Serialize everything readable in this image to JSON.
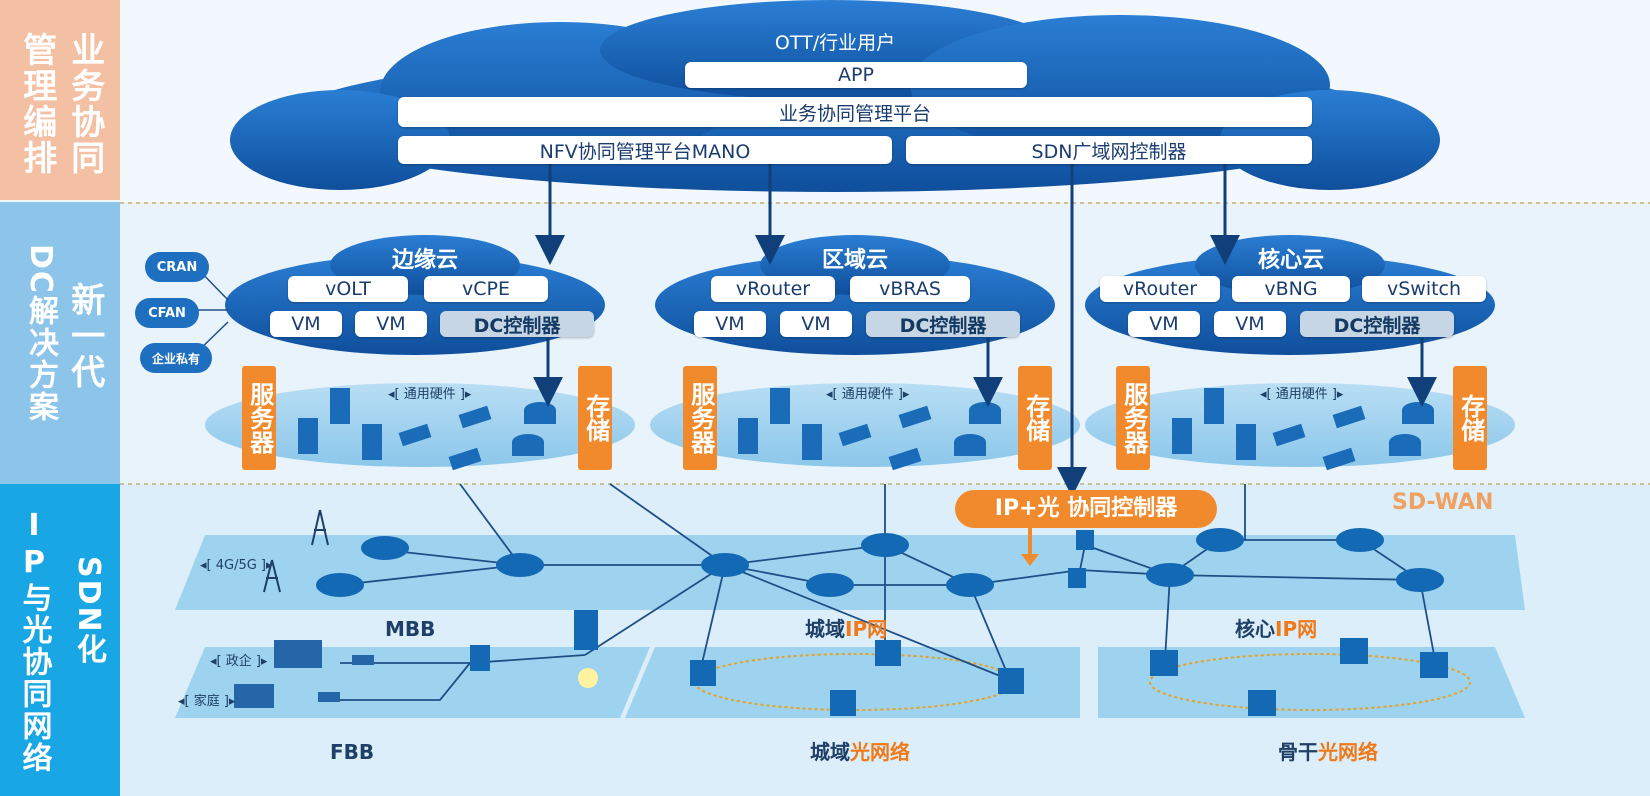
{
  "bands": {
    "top": {
      "label_a": "业务协同",
      "label_b": "管理编排"
    },
    "middle": {
      "label_a": "新一代",
      "label_b": "DC解决方案"
    },
    "bottom": {
      "label_a": "SDN化",
      "label_b": "IP与光协同网络"
    }
  },
  "top_cloud": {
    "title": "OTT/行业用户",
    "app": "APP",
    "service_platform": "业务协同管理平台",
    "nfv_platform": "NFV协同管理平台MANO",
    "sdn_controller": "SDN广域网控制器"
  },
  "dc_clouds": [
    {
      "title": "边缘云",
      "row1": [
        "vOLT",
        "vCPE"
      ],
      "row2": [
        "VM",
        "VM"
      ],
      "controller": "DC控制器",
      "server": "服务器",
      "storage": "存储",
      "hw_label": "通用硬件"
    },
    {
      "title": "区域云",
      "row1": [
        "vRouter",
        "vBRAS"
      ],
      "row2": [
        "VM",
        "VM"
      ],
      "controller": "DC控制器",
      "server": "服务器",
      "storage": "存储",
      "hw_label": "通用硬件"
    },
    {
      "title": "核心云",
      "row1": [
        "vRouter",
        "vBNG",
        "vSwitch"
      ],
      "row2": [
        "VM",
        "VM"
      ],
      "controller": "DC控制器",
      "server": "服务器",
      "storage": "存储",
      "hw_label": "通用硬件"
    }
  ],
  "edge_clouds": [
    "CRAN",
    "CFAN",
    "企业私有"
  ],
  "network": {
    "ip_optical_controller": "IP+光 协同控制器",
    "sd_wan": "SD-WAN",
    "tags": {
      "mobile": "4G/5G",
      "gov": "政企",
      "home": "家庭"
    },
    "mbb": "MBB",
    "fbb": "FBB",
    "metro_ip": {
      "prefix": "城域",
      "highlight": "IP网"
    },
    "core_ip": {
      "prefix": "核心",
      "highlight": "IP网"
    },
    "metro_optical": {
      "prefix": "城域",
      "highlight": "光网络"
    },
    "backbone_optical": {
      "prefix": "骨干",
      "highlight": "光网络"
    }
  },
  "colors": {
    "band_top": "#f3c0a4",
    "band_middle": "#8cc4ea",
    "band_bottom": "#19a6e4",
    "cloud_blue": "#1565b8",
    "accent_orange": "#f08a2c"
  }
}
